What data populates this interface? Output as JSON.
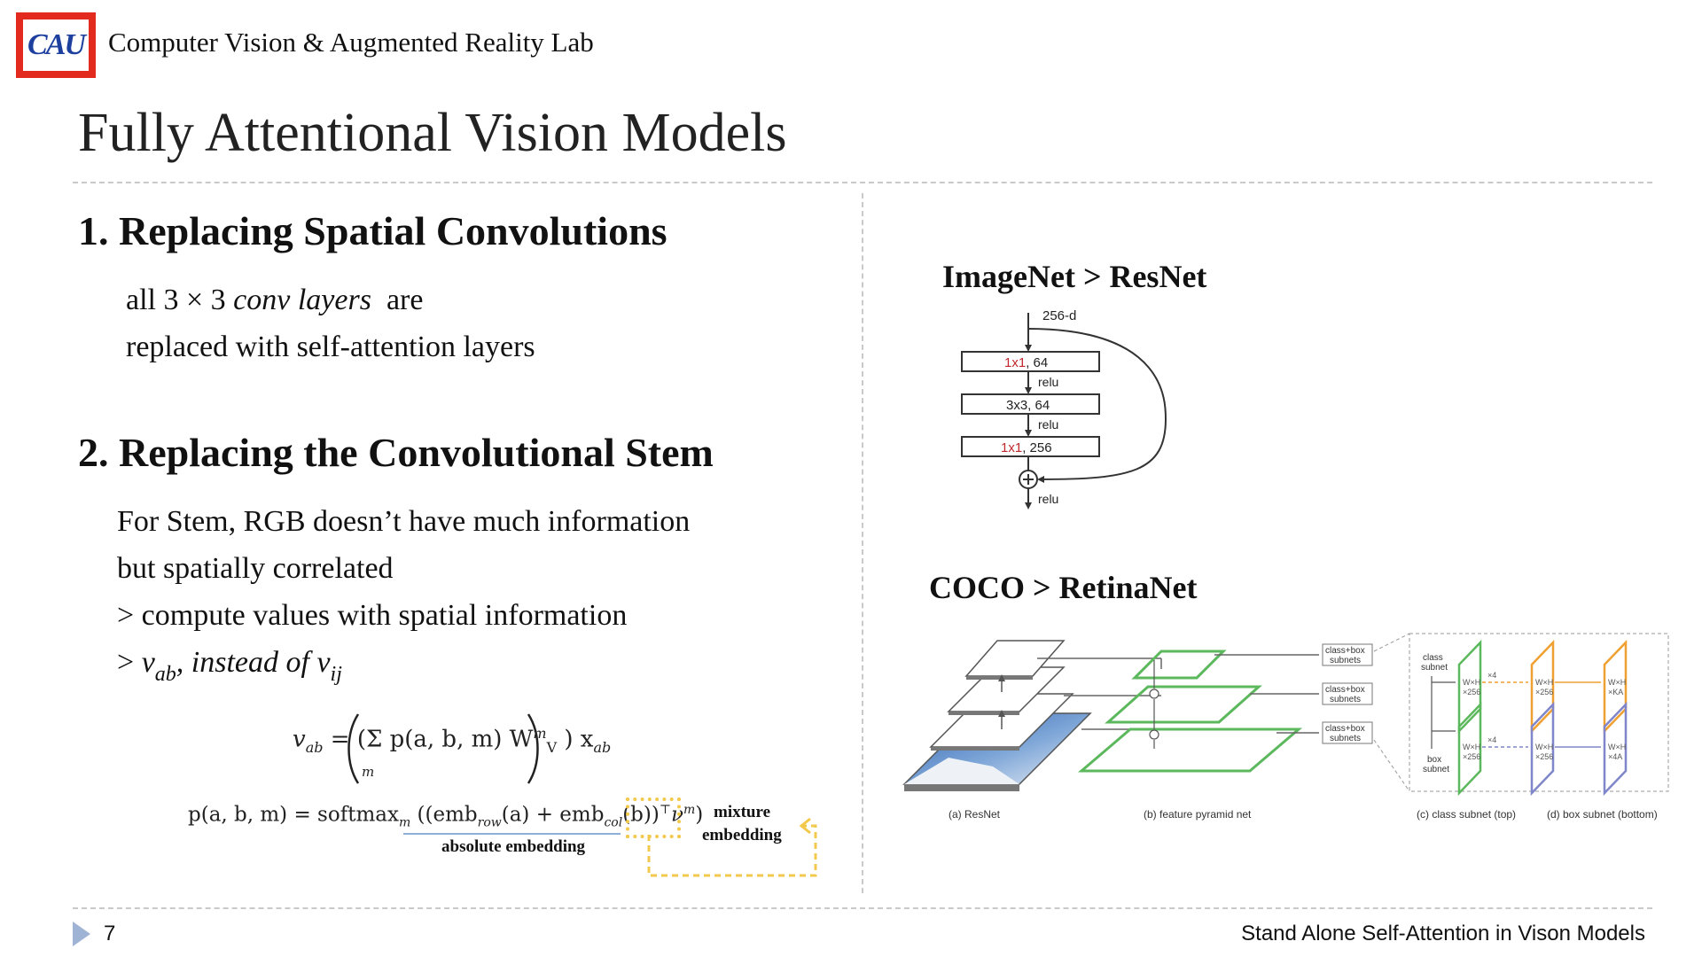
{
  "header": {
    "logo_text": "CAU",
    "lab_name": "Computer Vision & Augmented Reality Lab"
  },
  "slide": {
    "title": "Fully Attentional Vision Models",
    "section1": {
      "heading": "1. Replacing Spatial Convolutions",
      "line1_prefix": "all 3 × 3 ",
      "line1_italic": "conv layers",
      "line1_suffix": "  are",
      "line2": "replaced with self-attention layers"
    },
    "section2": {
      "heading": "2. Replacing the Convolutional Stem",
      "line1": "For Stem, RGB doesn’t have much information",
      "line2": "but spatially correlated",
      "line3": "> compute values with spatial information",
      "line4_prefix": "> ",
      "line4_v1": "v",
      "line4_sub1": "ab",
      "line4_mid": ", instead of ",
      "line4_v2": "v",
      "line4_sub2": "ij"
    },
    "formula": {
      "eq1_lhs": "v",
      "eq1_lhs_sub": "ab",
      "eq1_rhs": "(Σ p(a, b, m) W",
      "eq1_W_sup": "m",
      "eq1_W_sub": "V",
      "eq1_x": ") x",
      "eq1_x_sub": "ab",
      "eq1_sum_sub": "m",
      "eq2": "p(a, b, m) = softmax",
      "eq2_sub": "m",
      "eq2_rhs": "((emb",
      "eq2_row": "row",
      "eq2_a": "(a) + emb",
      "eq2_col": "col",
      "eq2_b": "(b))",
      "eq2_T": "⊤",
      "eq2_nu": "ν",
      "eq2_nu_sup": "m",
      "eq2_close": ")",
      "absolute_label": "absolute embedding",
      "mixture_label_1": "mixture",
      "mixture_label_2": "embedding"
    },
    "right": {
      "imagenet_label": "ImageNet > ResNet",
      "coco_label": "COCO > RetinaNet",
      "resnet": {
        "input": "256-d",
        "layer1_a": "1x1",
        "layer1_b": ", 64",
        "relu1": "relu",
        "layer2": "3x3, 64",
        "relu2": "relu",
        "layer3_a": "1x1",
        "layer3_b": ", 256",
        "relu3": "relu"
      },
      "retinanet": {
        "cap_a": "(a) ResNet",
        "cap_b": "(b) feature pyramid net",
        "cap_c": "(c) class subnet (top)",
        "cap_d": "(d) box subnet (bottom)",
        "subnets_1": "class+box",
        "subnets_2": "subnets",
        "class_subnet_1": "class",
        "class_subnet_2": "subnet",
        "box_subnet_1": "box",
        "box_subnet_2": "subnet",
        "wxh": "W×H",
        "x256": "×256",
        "xKA": "×KA",
        "x4A": "×4A",
        "x4": "×4"
      }
    },
    "footer": {
      "page_number": "7",
      "title": "Stand Alone Self-Attention  in Vison Models"
    }
  }
}
